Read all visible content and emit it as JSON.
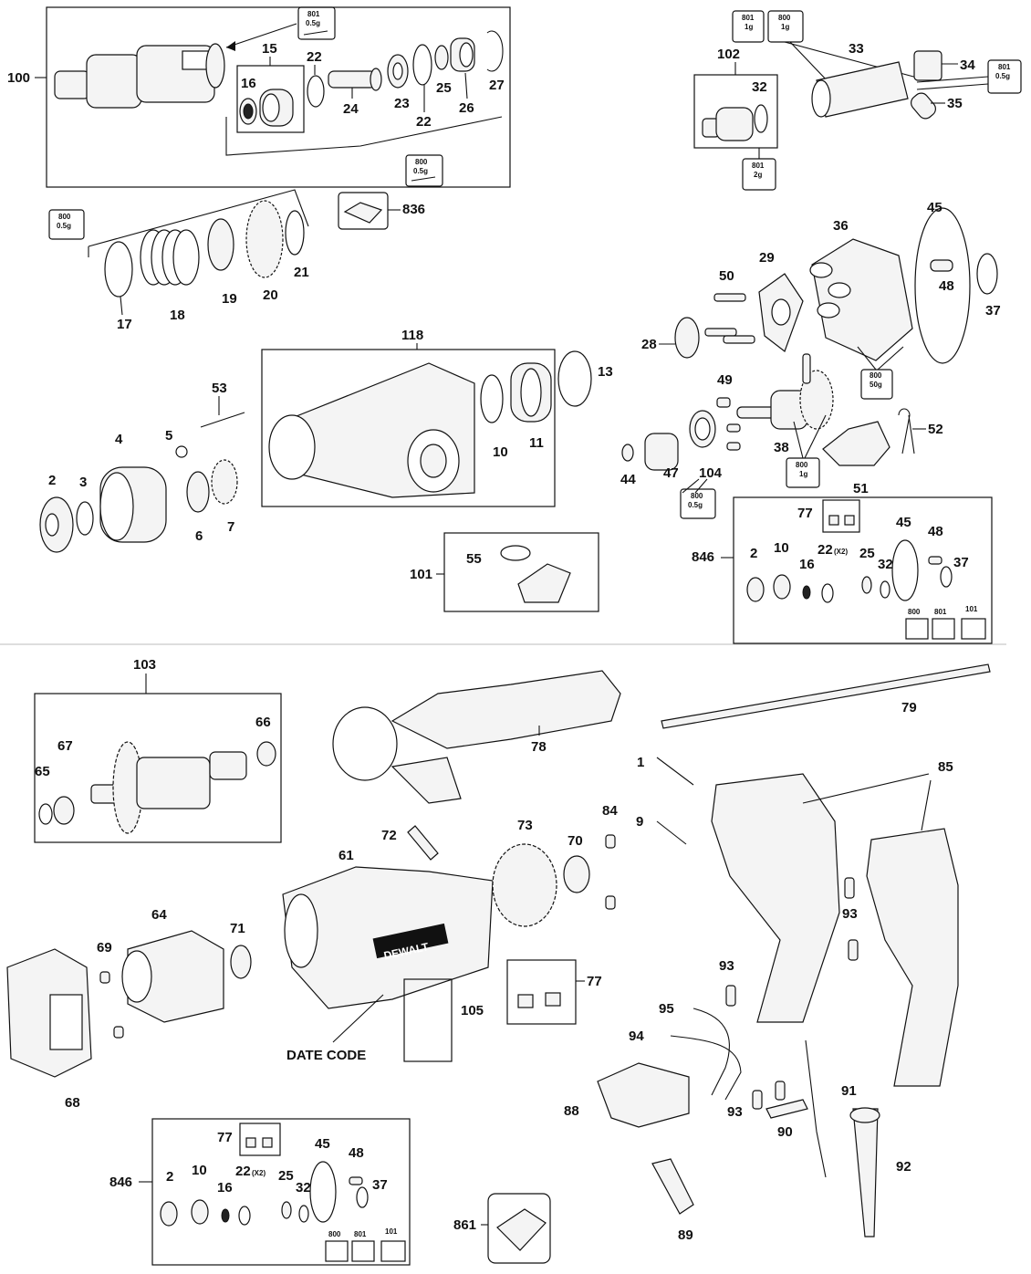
{
  "callouts": {
    "p100": "100",
    "p15": "15",
    "p16": "16",
    "p22a": "22",
    "p24": "24",
    "p23": "23",
    "p22b": "22",
    "p25a": "25",
    "p26": "26",
    "p27": "27",
    "p102": "102",
    "p32a": "32",
    "p33": "33",
    "p34": "34",
    "p35": "35",
    "p836": "836",
    "p17": "17",
    "p18": "18",
    "p19": "19",
    "p20": "20",
    "p21": "21",
    "p36": "36",
    "p45a": "45",
    "p29": "29",
    "p50": "50",
    "p48a": "48",
    "p37a": "37",
    "p28": "28",
    "p118": "118",
    "p13": "13",
    "p10a": "10",
    "p11": "11",
    "p53": "53",
    "p4": "4",
    "p5": "5",
    "p2a": "2",
    "p3": "3",
    "p6": "6",
    "p7": "7",
    "p49": "49",
    "p52": "52",
    "p38": "38",
    "p44": "44",
    "p47": "47",
    "p104": "104",
    "p51": "51",
    "p101": "101",
    "p55": "55",
    "p846a": "846",
    "p77a": "77",
    "p2b": "2",
    "p10b": "10",
    "p16b": "16",
    "p22c": "22",
    "p25b": "25",
    "p32b": "32",
    "p45b": "45",
    "p48b": "48",
    "p37b": "37",
    "p103": "103",
    "p67": "67",
    "p66": "66",
    "p65": "65",
    "p78": "78",
    "p79": "79",
    "p1": "1",
    "p9": "9",
    "p85": "85",
    "p72": "72",
    "p73": "73",
    "p84": "84",
    "p70": "70",
    "p61": "61",
    "p64": "64",
    "p71": "71",
    "p69": "69",
    "p68": "68",
    "p77b": "77",
    "p105": "105",
    "p93a": "93",
    "p93b": "93",
    "p93c": "93",
    "p95": "95",
    "p94": "94",
    "p88": "88",
    "p90": "90",
    "p91": "91",
    "p92": "92",
    "p89": "89",
    "p846b": "846",
    "p77c": "77",
    "p2c": "2",
    "p10c": "10",
    "p16c": "16",
    "p22d": "22",
    "p25c": "25",
    "p32c": "32",
    "p45c": "45",
    "p48c": "48",
    "p37c": "37",
    "p861": "861"
  },
  "qty_marks": {
    "x2a": "(X2)",
    "x2b": "(X2)"
  },
  "date_code": "DATE CODE",
  "brand": "DEWALT",
  "lube_tags": [
    {
      "id": "t1",
      "code": "801",
      "amount": "0.5g"
    },
    {
      "id": "t2",
      "code": "800",
      "amount": "0.5g"
    },
    {
      "id": "t3",
      "code": "801",
      "amount": "1g"
    },
    {
      "id": "t4",
      "code": "800",
      "amount": "1g"
    },
    {
      "id": "t5",
      "code": "801",
      "amount": "0.5g"
    },
    {
      "id": "t6",
      "code": "801",
      "amount": "2g"
    },
    {
      "id": "t7",
      "code": "800",
      "amount": "0.5g"
    },
    {
      "id": "t8",
      "code": "800",
      "amount": "50g"
    },
    {
      "id": "t9",
      "code": "800",
      "amount": "1g"
    },
    {
      "id": "t10",
      "code": "800",
      "amount": "0.5g"
    }
  ],
  "kit_icons": {
    "k800a": "800",
    "k801a": "801",
    "k101a": "101",
    "k800b": "800",
    "k801b": "801",
    "k101b": "101"
  }
}
